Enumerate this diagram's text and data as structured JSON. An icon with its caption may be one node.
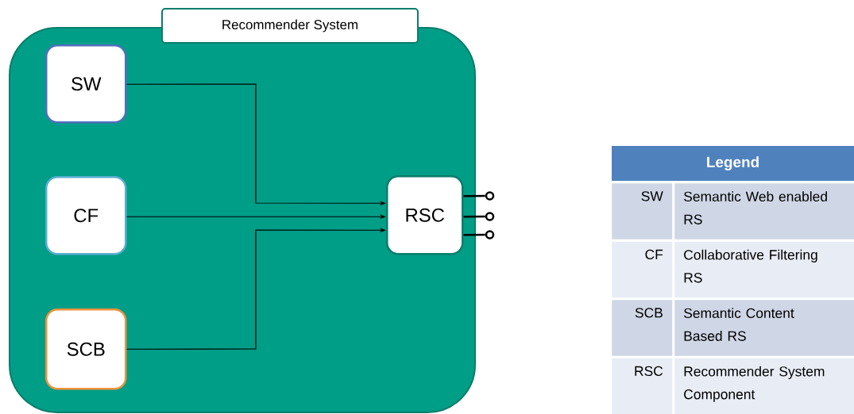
{
  "diagram": {
    "nodes": [
      {
        "text": [
          "Recommender System"
        ]
      },
      {
        "text": [
          "SW"
        ],
        "in": 0
      },
      {
        "text": [
          "CF"
        ],
        "in": 0
      },
      {
        "text": [
          "SCB"
        ],
        "in": 0
      },
      {
        "text": [
          "RSC"
        ],
        "in": 0
      },
      {
        "text": [],
        "shape": "circle"
      },
      {
        "text": [],
        "shape": "circle"
      },
      {
        "text": [],
        "shape": "circle"
      }
    ],
    "edges": [
      {
        "from": 1,
        "to": 4,
        "arrow": "to"
      },
      {
        "from": 2,
        "to": 4,
        "arrow": "to"
      },
      {
        "from": 3,
        "to": 4,
        "arrow": "to"
      },
      {
        "from": 4,
        "to": 5,
        "arrow": "none"
      },
      {
        "from": 4,
        "to": 6,
        "arrow": "none"
      },
      {
        "from": 4,
        "to": 7,
        "arrow": "none"
      }
    ],
    "labels": [
      "Legend",
      "SW",
      "Semantic Web enabled RS",
      "CF",
      "Collaborative Filtering RS",
      "SCB",
      "Semantic Content Based RS",
      "RSC",
      "Recommender System Component"
    ]
  }
}
